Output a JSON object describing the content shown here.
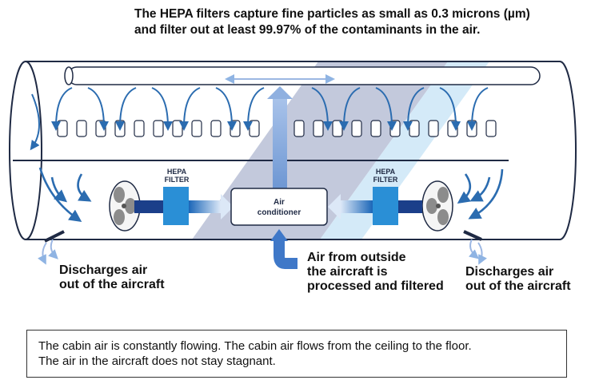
{
  "headline": {
    "line1": "The HEPA filters capture fine particles as small as 0.3 microns (µm)",
    "line2": "and filter out at least 99.97% of the contaminants in the air."
  },
  "diagram": {
    "hepa_left": {
      "line1": "HEPA",
      "line2": "FILTER"
    },
    "hepa_right": {
      "line1": "HEPA",
      "line2": "FILTER"
    },
    "air_conditioner": {
      "line1": "Air",
      "line2": "conditioner"
    }
  },
  "labels": {
    "discharge_left": {
      "line1": "Discharges air",
      "line2": "out of the aircraft"
    },
    "discharge_right": {
      "line1": "Discharges air",
      "line2": "out of the aircraft"
    },
    "outside_air": {
      "line1": "Air from outside",
      "line2": "the aircraft is",
      "line3": "processed and filtered"
    }
  },
  "note": {
    "line1": "The cabin air is constantly flowing. The cabin air flows from the ceiling to the floor.",
    "line2": "The air in the aircraft does not stay stagnant."
  },
  "colors": {
    "outline": "#1f2a44",
    "flow_arrow": "#2b6cb0",
    "hepa_blue": "#2a8fd6",
    "fuselage_band": "#b9bfd6",
    "light_band": "#cfe8f7"
  }
}
